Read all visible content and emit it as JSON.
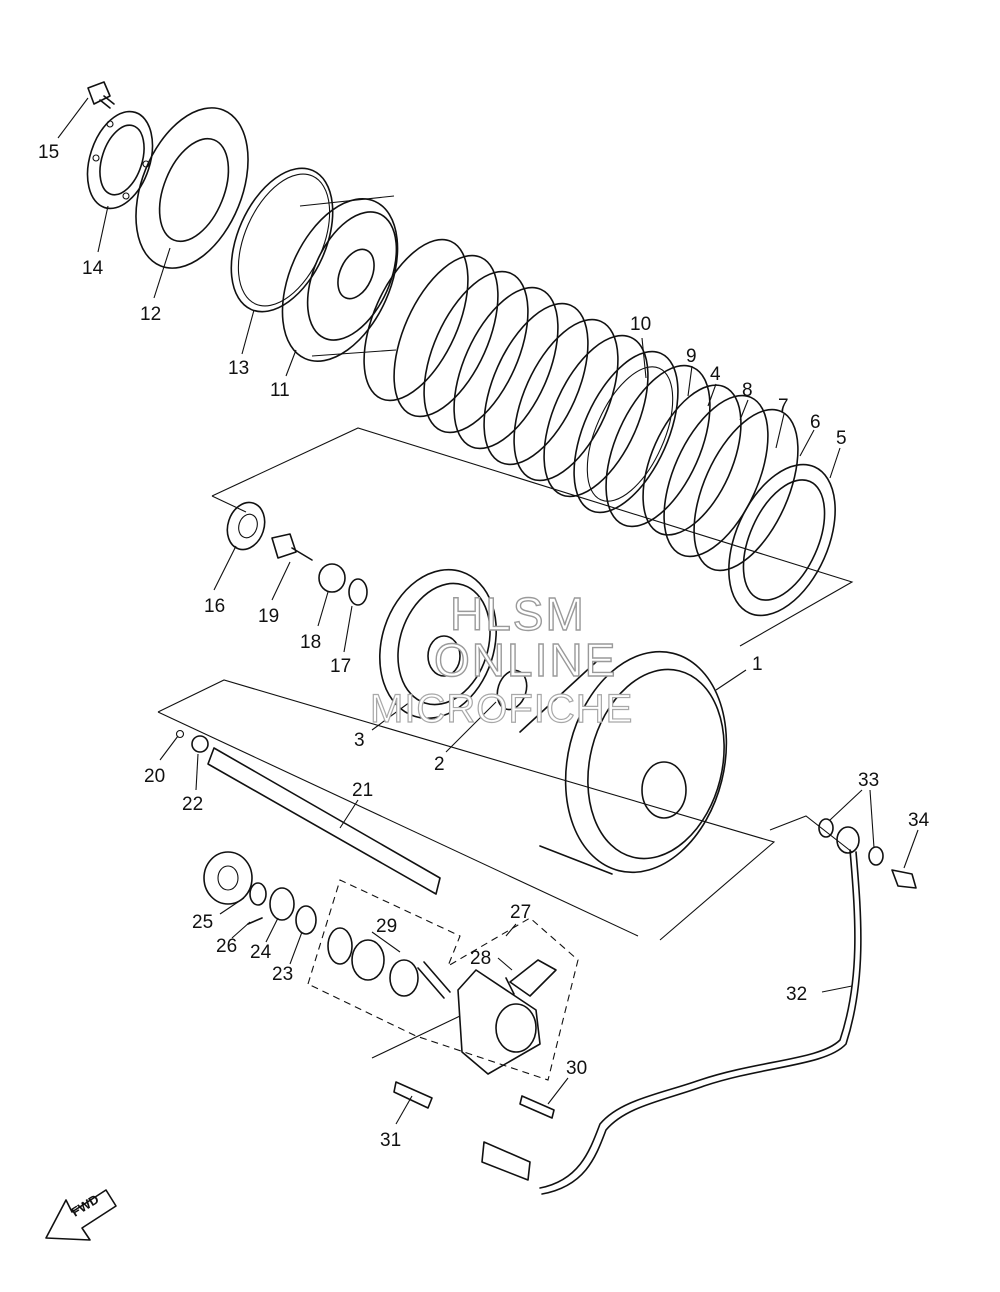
{
  "watermark": {
    "line1": "HLSM",
    "line2": "ONLINE",
    "line3": "MICROFICHE"
  },
  "direction_label": "FWD",
  "callouts": [
    "1",
    "2",
    "3",
    "4",
    "5",
    "6",
    "7",
    "8",
    "9",
    "10",
    "11",
    "12",
    "13",
    "14",
    "15",
    "16",
    "17",
    "18",
    "19",
    "20",
    "21",
    "22",
    "23",
    "24",
    "25",
    "26",
    "27",
    "28",
    "29",
    "30",
    "31",
    "32",
    "33",
    "34"
  ]
}
